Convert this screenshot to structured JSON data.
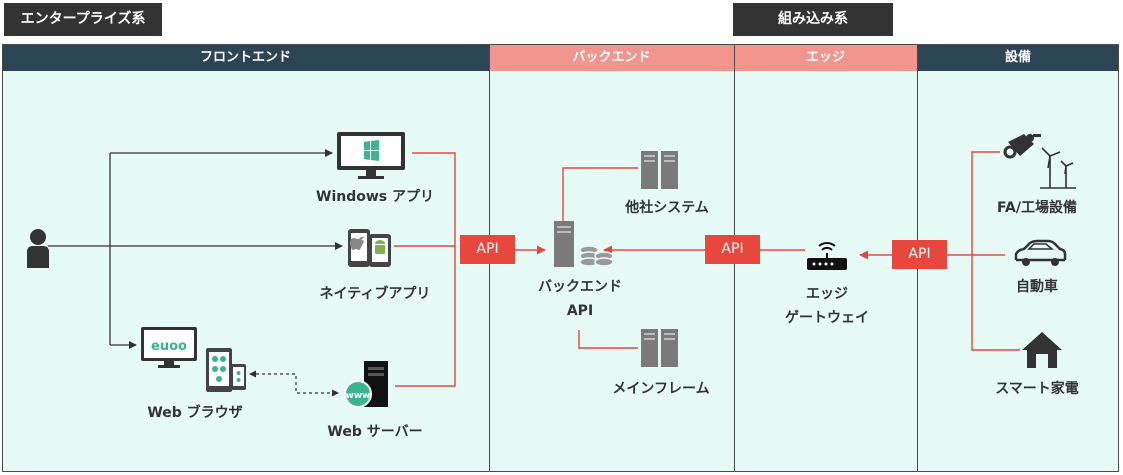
{
  "categories": {
    "enterprise": "エンタープライズ系",
    "embedded": "組み込み系"
  },
  "columns": {
    "frontend": "フロントエンド",
    "backend": "バックエンド",
    "edge": "エッジ",
    "equipment": "設備"
  },
  "frontend": {
    "windows_app": "Windows アプリ",
    "native_app": "ネイティブアプリ",
    "web_browser": "Web ブラウザ",
    "web_server": "Web サーバー"
  },
  "backend": {
    "other_system": "他社システム",
    "backend_api_line1": "バックエンド",
    "backend_api_line2": "API",
    "mainframe": "メインフレーム"
  },
  "edge": {
    "gateway_line1": "エッジ",
    "gateway_line2": "ゲートウェイ"
  },
  "equipment": {
    "fa": "FA/工場設備",
    "car": "自動車",
    "smart_home": "スマート家電"
  },
  "api_labels": {
    "frontend_backend": "API",
    "edge_backend": "API",
    "equipment_edge": "API"
  },
  "colors": {
    "dark_header": "#2b4554",
    "red_header": "#f2958c",
    "api_red": "#e8473d",
    "panel_bg": "#e6faf6",
    "windows_green": "#3bb58f"
  }
}
